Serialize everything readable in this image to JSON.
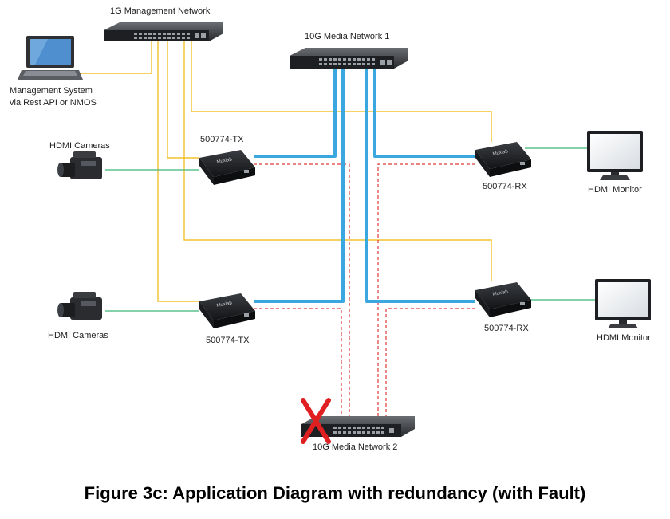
{
  "labels": {
    "mgmt_network": "1G Management Network",
    "media_network_1": "10G Media Network 1",
    "media_network_2": "10G Media Network 2",
    "mgmt_system_line1": "Management System",
    "mgmt_system_line2": "via Rest API or NMOS",
    "cameras_top": "HDMI Cameras",
    "cameras_bottom": "HDMI Cameras",
    "tx_top": "500774-TX",
    "tx_bottom": "500774-TX",
    "rx_top": "500774-RX",
    "rx_bottom": "500774-RX",
    "monitor_top": "HDMI Monitor",
    "monitor_bottom": "HDMI Monitor",
    "device_brand": "Muxlab"
  },
  "caption": "Figure 3c: Application Diagram with redundancy (with Fault)",
  "colors": {
    "management_link": "#f2c12e",
    "media_link": "#3aa7e0",
    "backup_link": "#e03a3a",
    "hdmi_link": "#3cb878",
    "fault_mark": "#e02020"
  }
}
